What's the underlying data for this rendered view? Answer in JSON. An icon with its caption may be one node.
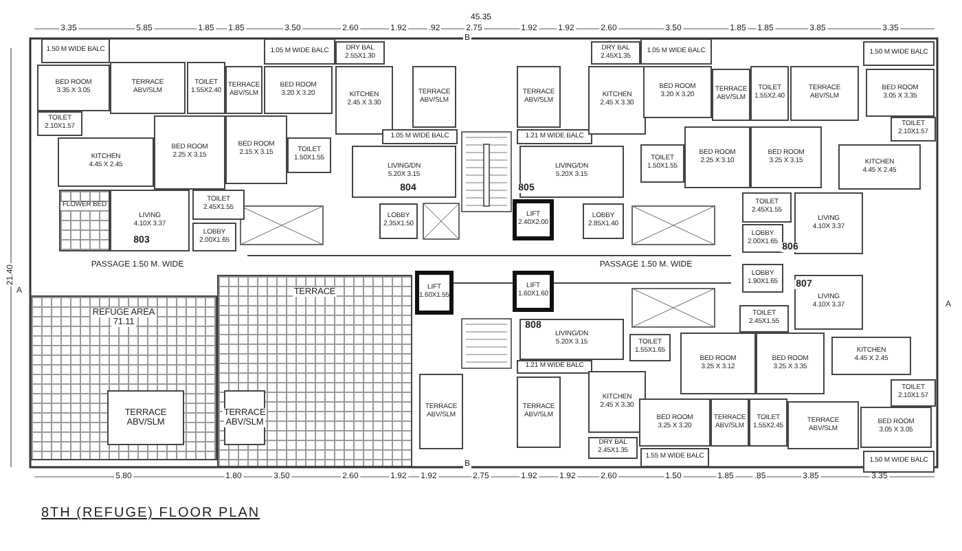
{
  "diagram": {
    "title": "8TH (REFUGE) FLOOR PLAN",
    "nodes": [
      {
        "text": [
          "1.50 M WIDE BALC"
        ]
      },
      {
        "text": [
          "BED ROOM",
          "3.35 X 3.05"
        ]
      },
      {
        "text": [
          "TERRACE",
          "ABV/SLM"
        ]
      },
      {
        "text": [
          "TOILET",
          "2.10X1.57"
        ]
      },
      {
        "text": [
          "KITCHEN",
          "4.45 X 2.45"
        ]
      },
      {
        "text": [
          "TOILET",
          "1.55X2.40"
        ]
      },
      {
        "text": [
          "TERRACE",
          "ABV/SLM"
        ]
      },
      {
        "text": [
          "1.05 M WIDE BALC"
        ]
      },
      {
        "text": [
          "BED ROOM",
          "3.20 X 3.20"
        ]
      },
      {
        "text": [
          "BED ROOM",
          "2.25 X 3.15"
        ]
      },
      {
        "text": [
          "BED ROOM",
          "2.15 X 3.15"
        ]
      },
      {
        "text": [
          "TOILET",
          "1.50X1.55"
        ]
      },
      {
        "text": [
          "FLOWER BED"
        ]
      },
      {
        "text": [
          "LIVING",
          "4.10X 3.37"
        ]
      },
      {
        "text": [
          "TOILET",
          "2.45X1.55"
        ]
      },
      {
        "text": [
          "LOBBY",
          "2.00X1.65"
        ]
      },
      {
        "text": [
          "DRY BAL",
          "2.55X1.30"
        ]
      },
      {
        "text": [
          "KITCHEN",
          "2.45 X 3.30"
        ]
      },
      {
        "text": [
          "TERRACE",
          "ABV/SLM"
        ]
      },
      {
        "text": [
          "1.05 M WIDE BALC"
        ]
      },
      {
        "text": [
          "LIVING/DN",
          "5.20X 3.15"
        ]
      },
      {
        "text": [
          "LOBBY",
          "2.35X1.50"
        ]
      },
      {
        "text": [
          "TERRACE",
          "ABV/SLM"
        ]
      },
      {
        "text": [
          "1.21 M WIDE BALC"
        ]
      },
      {
        "text": [
          "DRY BAL",
          "2.45X1.35"
        ]
      },
      {
        "text": [
          "KITCHEN",
          "2.45 X 3.30"
        ]
      },
      {
        "text": [
          "LIVING/DN",
          "5.20X 3.15"
        ]
      },
      {
        "text": [
          "LIFT",
          "2.40X2.00"
        ]
      },
      {
        "text": [
          "LOBBY",
          "2.85X1.40"
        ]
      },
      {
        "text": [
          "1.05 M WIDE BALC"
        ]
      },
      {
        "text": [
          "BED ROOM",
          "3.20 X 3.20"
        ]
      },
      {
        "text": [
          "TERRACE",
          "ABV/SLM"
        ]
      },
      {
        "text": [
          "TOILET",
          "1.55X2.40"
        ]
      },
      {
        "text": [
          "TERRACE",
          "ABV/SLM"
        ]
      },
      {
        "text": [
          "1.50 M WIDE BALC"
        ]
      },
      {
        "text": [
          "BED ROOM",
          "3.05 X 3.35"
        ]
      },
      {
        "text": [
          "TOILET",
          "2.10X1.57"
        ]
      },
      {
        "text": [
          "KITCHEN",
          "4.45 X 2.45"
        ]
      },
      {
        "text": [
          "TOILET",
          "1.50X1.55"
        ]
      },
      {
        "text": [
          "BED ROOM",
          "2.25 X 3.10"
        ]
      },
      {
        "text": [
          "BED ROOM",
          "3.25 X 3.15"
        ]
      },
      {
        "text": [
          "TOILET",
          "2.45X1.55"
        ]
      },
      {
        "text": [
          "LIVING",
          "4.10X 3.37"
        ]
      },
      {
        "text": [
          "LOBBY",
          "2.00X1.65"
        ]
      },
      {
        "text": [
          "LIFT",
          "1.60X1.55"
        ]
      },
      {
        "text": [
          "LIFT",
          "1.60X1.60"
        ]
      },
      {
        "text": [
          "LIVING/DN",
          "5.20X 3.15"
        ]
      },
      {
        "text": [
          "1.21 M WIDE BALC"
        ]
      },
      {
        "text": [
          "TERRACE",
          "ABV/SLM"
        ]
      },
      {
        "text": [
          "TERRACE",
          "ABV/SLM"
        ]
      },
      {
        "text": [
          "KITCHEN",
          "2.45 X 3.30"
        ]
      },
      {
        "text": [
          "DRY BAL",
          "2.45X1.35"
        ]
      },
      {
        "text": [
          "LOBBY",
          "1.90X1.65"
        ]
      },
      {
        "text": [
          "LIVING",
          "4.10X 3.37"
        ]
      },
      {
        "text": [
          "TOILET",
          "2.45X1.55"
        ]
      },
      {
        "text": [
          "TOILET",
          "1.55X1.65"
        ]
      },
      {
        "text": [
          "BED ROOM",
          "3.25 X 3.12"
        ]
      },
      {
        "text": [
          "BED ROOM",
          "3.25 X 3.35"
        ]
      },
      {
        "text": [
          "KITCHEN",
          "4.45 X 2.45"
        ]
      },
      {
        "text": [
          "TOILET",
          "2.10X1.57"
        ]
      },
      {
        "text": [
          "BED ROOM",
          "3.25 X 3.20"
        ]
      },
      {
        "text": [
          "TERRACE",
          "ABV/SLM"
        ]
      },
      {
        "text": [
          "TOILET",
          "1.55X2.45"
        ]
      },
      {
        "text": [
          "TERRACE",
          "ABV/SLM"
        ]
      },
      {
        "text": [
          "BED ROOM",
          "3.05 X 3.05"
        ]
      },
      {
        "text": [
          "1.55 M WIDE BALC"
        ]
      },
      {
        "text": [
          "1.50 M WIDE BALC"
        ]
      },
      {
        "text": [
          "REFUGE AREA",
          "71.11"
        ]
      },
      {
        "text": [
          "TERRACE",
          "ABV/SLM"
        ],
        "in": 67
      },
      {
        "text": [
          "TERRACE"
        ]
      },
      {
        "text": [
          "TERRACE",
          "ABV/SLM"
        ],
        "in": 69
      }
    ],
    "labels": [
      "45.35",
      "3.35",
      "5.85",
      "1.85",
      "1.85",
      "3.50",
      "2.60",
      "1.92",
      ".92",
      "2.75",
      "1.92",
      "1.92",
      "2.60",
      "3.50",
      "1.85",
      "1.85",
      "3.85",
      "3.35",
      "B",
      "804",
      "805",
      "803",
      "806",
      "807",
      "A",
      "21.40",
      "PASSAGE 1.50 M. WIDE",
      "PASSAGE 1.50 M. WIDE",
      "A",
      "808",
      "B",
      "5.80",
      "1.80",
      "3.50",
      "2.60",
      "1.92",
      "1.92",
      "2.75",
      "1.92",
      "1.92",
      "2.60",
      "1.50",
      "1.85",
      ".85",
      "3.85",
      "3.35"
    ]
  }
}
